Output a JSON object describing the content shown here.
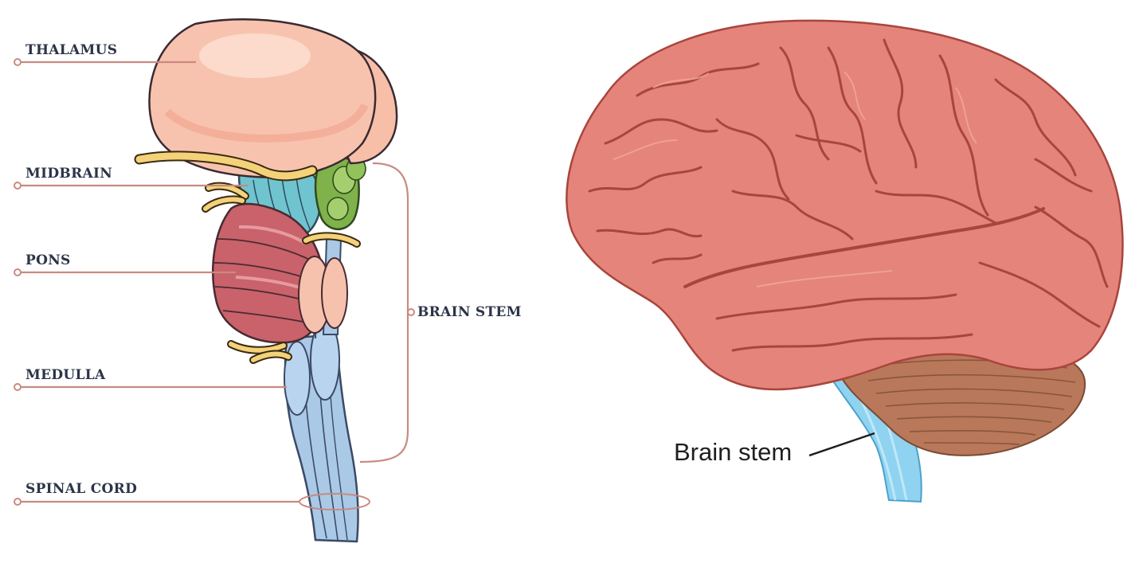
{
  "left_diagram": {
    "labels": {
      "thalamus": "THALAMUS",
      "midbrain": "MIDBRAIN",
      "pons": "PONS",
      "medulla": "MEDULLA",
      "spinal_cord": "SPINAL CORD",
      "brain_stem": "BRAIN STEM"
    }
  },
  "right_diagram": {
    "labels": {
      "brain_stem": "Brain stem"
    }
  },
  "colors": {
    "thalamus": "#f8c3ae",
    "midbrain": "#6fc4cf",
    "pons": "#c9626a",
    "medulla": "#a9c9e6",
    "green_bodies": "#7fb24a",
    "nerves": "#f3d27a",
    "cerebrum": "#e4847a",
    "cerebellum": "#b9785a",
    "brain_stem_right": "#8fd3f0",
    "leader_line": "#c98a80",
    "label_text": "#2c3448"
  }
}
